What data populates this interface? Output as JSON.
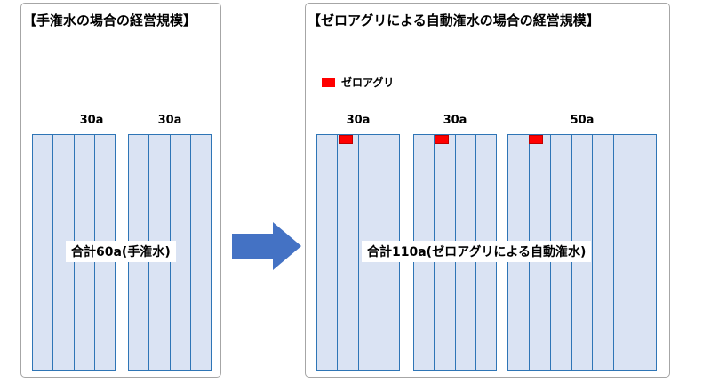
{
  "left": {
    "title": "【手潅水の場合の経営規模】",
    "fields": [
      {
        "label": "30a",
        "strips": 4
      },
      {
        "label": "30a",
        "strips": 4
      }
    ],
    "total": "合計60a(手潅水)"
  },
  "right": {
    "title": "【ゼロアグリによる自動潅水の場合の経営規模】",
    "legend": "ゼロアグリ",
    "fields": [
      {
        "label": "30a",
        "strips": 4
      },
      {
        "label": "30a",
        "strips": 4
      },
      {
        "label": "50a",
        "strips": 7
      }
    ],
    "total": "合計110a(ゼロアグリによる自動潅水)"
  },
  "colors": {
    "strip_fill": "#dae3f3",
    "strip_border": "#2e75b6",
    "sensor": "#ff0000",
    "arrow": "#4472c4"
  }
}
